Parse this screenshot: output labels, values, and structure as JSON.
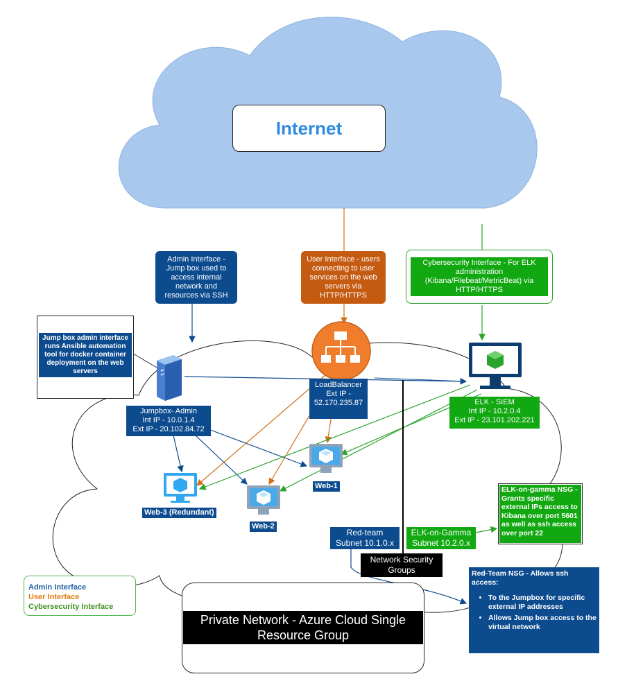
{
  "internet": {
    "label": "Internet"
  },
  "interfaces": {
    "admin": "Admin Interface - Jump box used to access internal network and resources via SSH",
    "user": "User Interface - users connecting to user services on the web servers via HTTP/HTTPS",
    "cyber": "Cybersecurity Interface - For ELK administration (Kibana/Filebeat/MetricBeat) via HTTP/HTTPS"
  },
  "jumpbox_note": "Jump box admin interface runs Ansible automation tool for docker container deployment on the web servers",
  "jumpbox": {
    "name": "Jumpbox- Admin",
    "int_ip": "Int IP - 10.0.1.4",
    "ext_ip": "Ext IP - 20.102.84.72"
  },
  "loadbalancer": {
    "name": "LoadBalancer",
    "ext_ip_label": "Ext IP -",
    "ext_ip": "52.170.235.87"
  },
  "elk": {
    "name": "ELK - SIEM",
    "int_ip": "Int IP - 10.2.0.4",
    "ext_ip": "Ext IP - 23.101.202.221"
  },
  "vms": {
    "web1": "Web-1",
    "web2": "Web-2",
    "web3": "Web-3 (Redundant)"
  },
  "subnets": {
    "redteam": {
      "name": "Red-team",
      "subnet": "Subnet 10.1.0.x"
    },
    "elk": {
      "name": "ELK-on-Gamma",
      "subnet": "Subnet 10.2.0.x"
    }
  },
  "nsg_groups": {
    "line1": "Network Security",
    "line2": "Groups"
  },
  "elk_nsg": "ELK-on-gamma NSG - Grants specific external IPs access to Kibana over port 5601 as well as ssh access over port 22",
  "redteam_nsg": {
    "title": "Red-Team NSG - Allows ssh access:",
    "items": [
      "To the Jumpbox for specific external IP addresses",
      "Allows Jump box access to the virtual network"
    ]
  },
  "legend": {
    "admin": "Admin Interface",
    "user": "User Interface",
    "cyber": "Cybersecurity Interface"
  },
  "private_network": "Private Network - Azure Cloud Single Resource Group",
  "colors": {
    "admin_blue": "#0d4b8f",
    "user_orange": "#c55a11",
    "cyber_green": "#11a811",
    "legend_admin": "#1f5fa8",
    "legend_user": "#e07a10",
    "legend_cyber": "#3f8f1f",
    "internet_text": "#2f8be0",
    "cloud_blue": "#a9c8ee"
  }
}
